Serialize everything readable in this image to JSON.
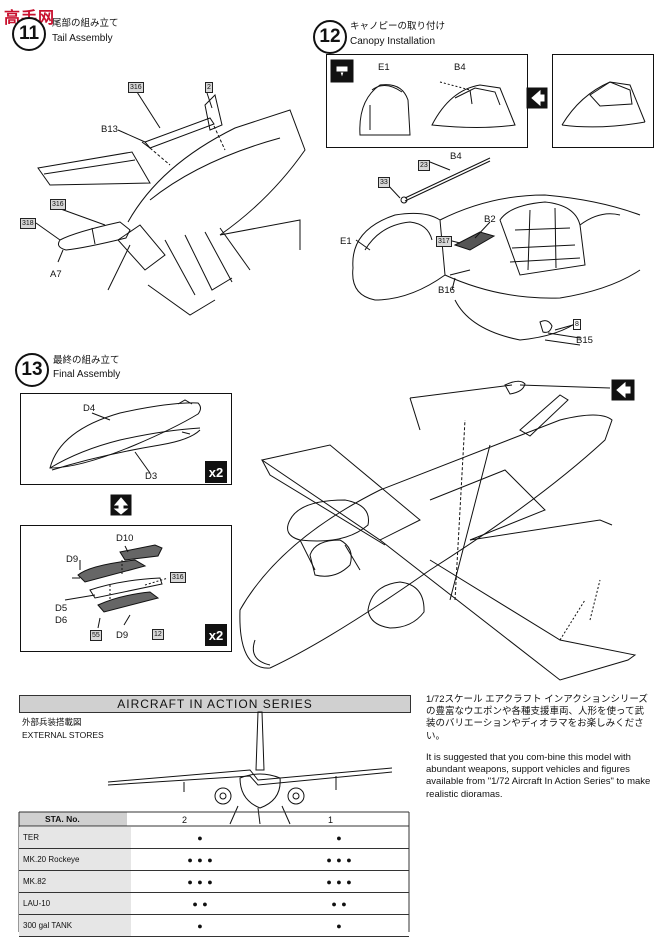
{
  "watermark": "高手网",
  "step11": {
    "number": "11",
    "title_jp": "尾部の組み立て",
    "title_en": "Tail Assembly"
  },
  "step12": {
    "number": "12",
    "title_jp": "キャノピーの取り付け",
    "title_en": "Canopy Installation"
  },
  "step13": {
    "number": "13",
    "title_jp": "最終の組み立て",
    "title_en": "Final Assembly"
  },
  "parts": {
    "p316": "316",
    "p2": "2",
    "p318": "318",
    "B13": "B13",
    "A7": "A7",
    "E1": "E1",
    "B4": "B4",
    "p23": "23",
    "p33": "33",
    "B2": "B2",
    "p317": "317",
    "B16": "B16",
    "p8": "8",
    "B15": "B15",
    "D4": "D4",
    "D3": "D3",
    "D10": "D10",
    "D9": "D9",
    "D5": "D5",
    "D6": "D6",
    "p55": "55",
    "p12": "12"
  },
  "multiplier": "x2",
  "aircraft_in_action": {
    "title": "AIRCRAFT IN ACTION SERIES",
    "subtitle_jp": "外部兵装搭載図",
    "subtitle_en": "EXTERNAL STORES",
    "sta_label": "STA. No.",
    "station_2": "2",
    "station_1": "1",
    "rows": [
      {
        "name": "TER",
        "s2": "●",
        "s1": "●"
      },
      {
        "name": "MK.20 Rockeye",
        "s2": "● ● ●",
        "s1": "● ● ●"
      },
      {
        "name": "MK.82",
        "s2": "● ● ●",
        "s1": "● ● ●"
      },
      {
        "name": "LAU-10",
        "s2": "● ●",
        "s1": "● ●"
      },
      {
        "name": "300 gal TANK",
        "s2": "●",
        "s1": "●"
      }
    ]
  },
  "note_jp": "1/72スケール エアクラフト インアクションシリーズの豊富なウエポンや各種支援車両、人形を使って武装のバリエーションやディオラマをお楽しみください。",
  "note_en": "It is suggested that you com-bine this model with abundant weapons, support vehicles and figures available from \"1/72 Aircraft In Action Series\" to make realistic dioramas."
}
